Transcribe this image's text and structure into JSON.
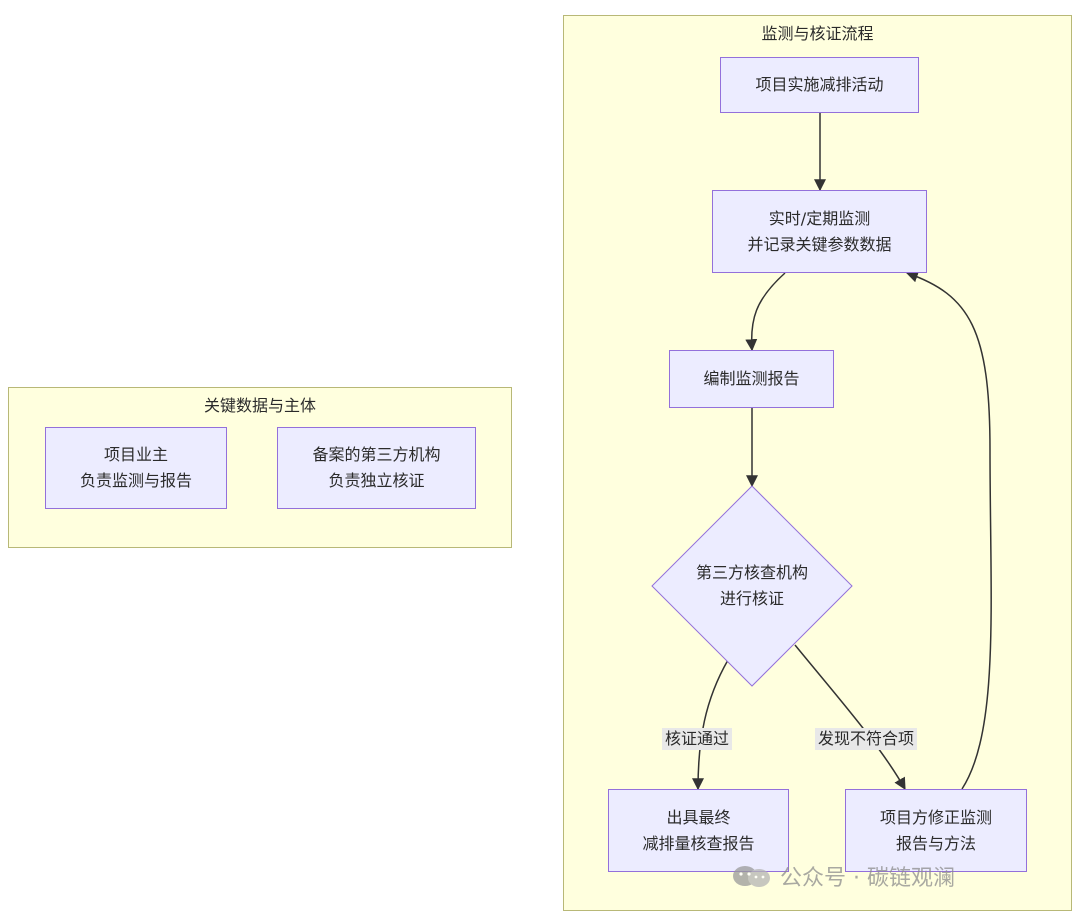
{
  "left_cluster": {
    "title": "关键数据与主体",
    "nodes": [
      {
        "line1": "项目业主",
        "line2": "负责监测与报告"
      },
      {
        "line1": "备案的第三方机构",
        "line2": "负责独立核证"
      }
    ]
  },
  "right_cluster": {
    "title": "监测与核证流程",
    "nodes": {
      "activity": {
        "line1": "项目实施减排活动"
      },
      "monitor": {
        "line1": "实时/定期监测",
        "line2": "并记录关键参数数据"
      },
      "report": {
        "line1": "编制监测报告"
      },
      "verify": {
        "line1": "第三方核查机构",
        "line2": "进行核证"
      },
      "issue": {
        "line1": "出具最终",
        "line2": "减排量核查报告"
      },
      "correct": {
        "line1": "项目方修正监测",
        "line2": "报告与方法"
      }
    },
    "edge_labels": {
      "pass": "核证通过",
      "nonconform": "发现不符合项"
    }
  },
  "watermark": {
    "text": "公众号 · 碳链观澜"
  },
  "colors": {
    "cluster_fill": "#ffffde",
    "cluster_border": "#b8b877",
    "node_fill": "#ececff",
    "node_border": "#9370db",
    "edge": "#333333",
    "edge_label_bg": "#e8e8e8"
  }
}
